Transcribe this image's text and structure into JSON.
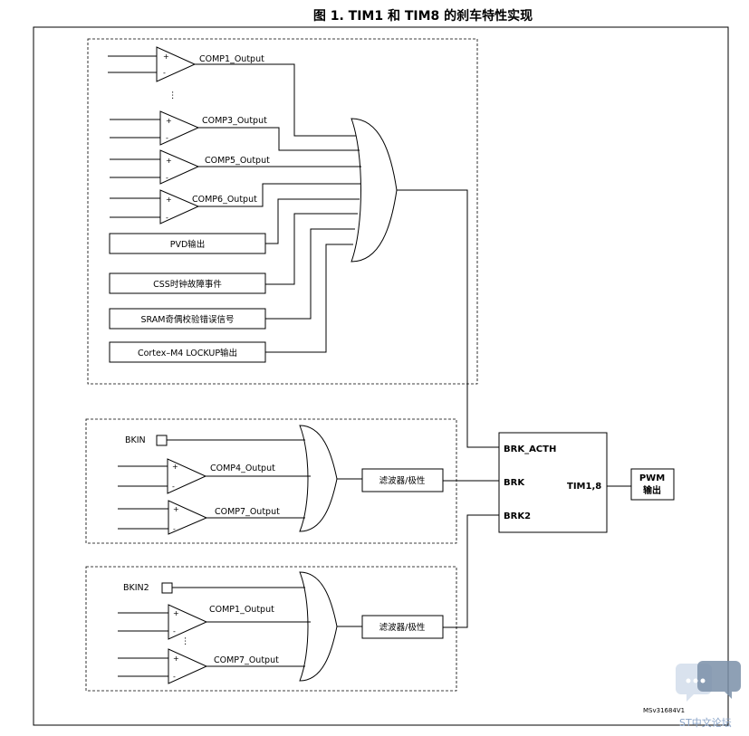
{
  "title": "图 1. TIM1 和 TIM8 的刹车特性实现",
  "group1": {
    "comparators": [
      "COMP1_Output",
      "COMP3_Output",
      "COMP5_Output",
      "COMP6_Output"
    ],
    "boxes": [
      "PVD输出",
      "CSS时钟故障事件",
      "SRAM奇偶校验错误信号",
      "Cortex–M4 LOCKUP输出"
    ]
  },
  "group2": {
    "input": "BKIN",
    "comparators": [
      "COMP4_Output",
      "COMP7_Output"
    ],
    "filter": "滤波器/极性"
  },
  "group3": {
    "input": "BKIN2",
    "comparators": [
      "COMP1_Output",
      "COMP7_Output"
    ],
    "filter": "滤波器/极性"
  },
  "timer": {
    "inputs": [
      "BRK_ACTH",
      "BRK",
      "BRK2"
    ],
    "name": "TIM1,8"
  },
  "output": {
    "line1": "PWM",
    "line2": "输出"
  },
  "ellipsis": "⋮",
  "plus": "+",
  "minus": "-",
  "diagram_id": "MSv31684V1",
  "watermark": "ST中文论坛",
  "colors": {
    "line": "#000000",
    "watermark": "#8aa4c8"
  }
}
